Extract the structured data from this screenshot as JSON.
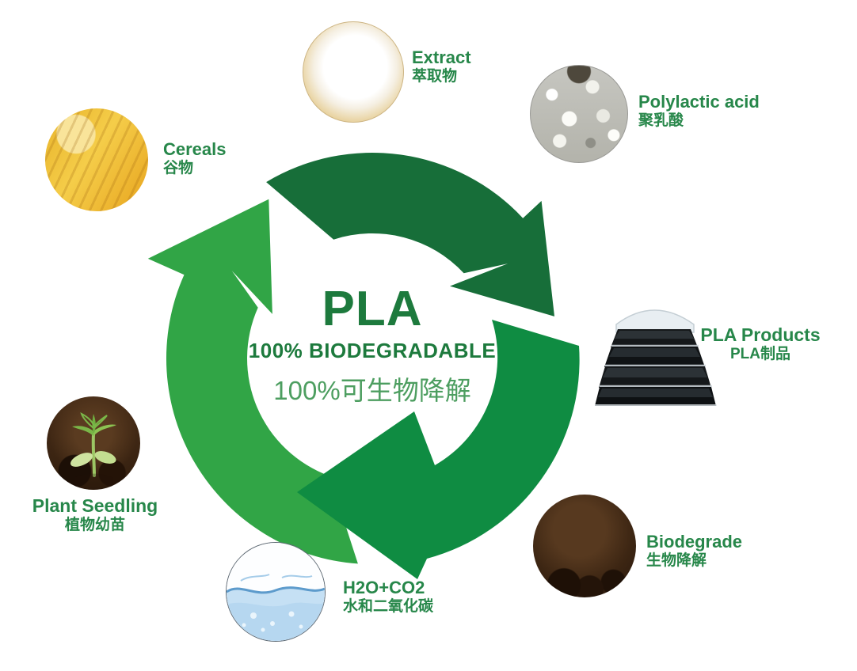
{
  "page": {
    "background": "#ffffff"
  },
  "colors": {
    "label": "#27874a",
    "center_title": "#1d7a3d",
    "center_zh": "#4d9e60"
  },
  "cycle": {
    "arrow_colors": {
      "top": "#176e39",
      "left": "#31a546",
      "bottom": "#0f8c42"
    }
  },
  "center": {
    "title": "PLA",
    "subtitle_en": "100% BIODEGRADABLE",
    "subtitle_zh": "100%可生物降解"
  },
  "nodes": [
    {
      "id": "cereals",
      "label_en": "Cereals",
      "label_zh": "谷物",
      "photo": "corn-cobs"
    },
    {
      "id": "extract",
      "label_en": "Extract",
      "label_zh": "萃取物",
      "photo": "corn-starch-powder"
    },
    {
      "id": "polylactic-acid",
      "label_en": "Polylactic acid",
      "label_zh": "聚乳酸",
      "photo": "pla-pellets"
    },
    {
      "id": "pla-products",
      "label_en": "PLA Products",
      "label_zh": "PLA制品",
      "photo": "black-food-containers"
    },
    {
      "id": "biodegrade",
      "label_en": "Biodegrade",
      "label_zh": "生物降解",
      "photo": "soil"
    },
    {
      "id": "h2o-co2",
      "label_en": "H2O+CO2",
      "label_zh": "水和二氧化碳",
      "photo": "water"
    },
    {
      "id": "plant-seedling",
      "label_en": "Plant Seedling",
      "label_zh": "植物幼苗",
      "photo": "seedling"
    }
  ]
}
